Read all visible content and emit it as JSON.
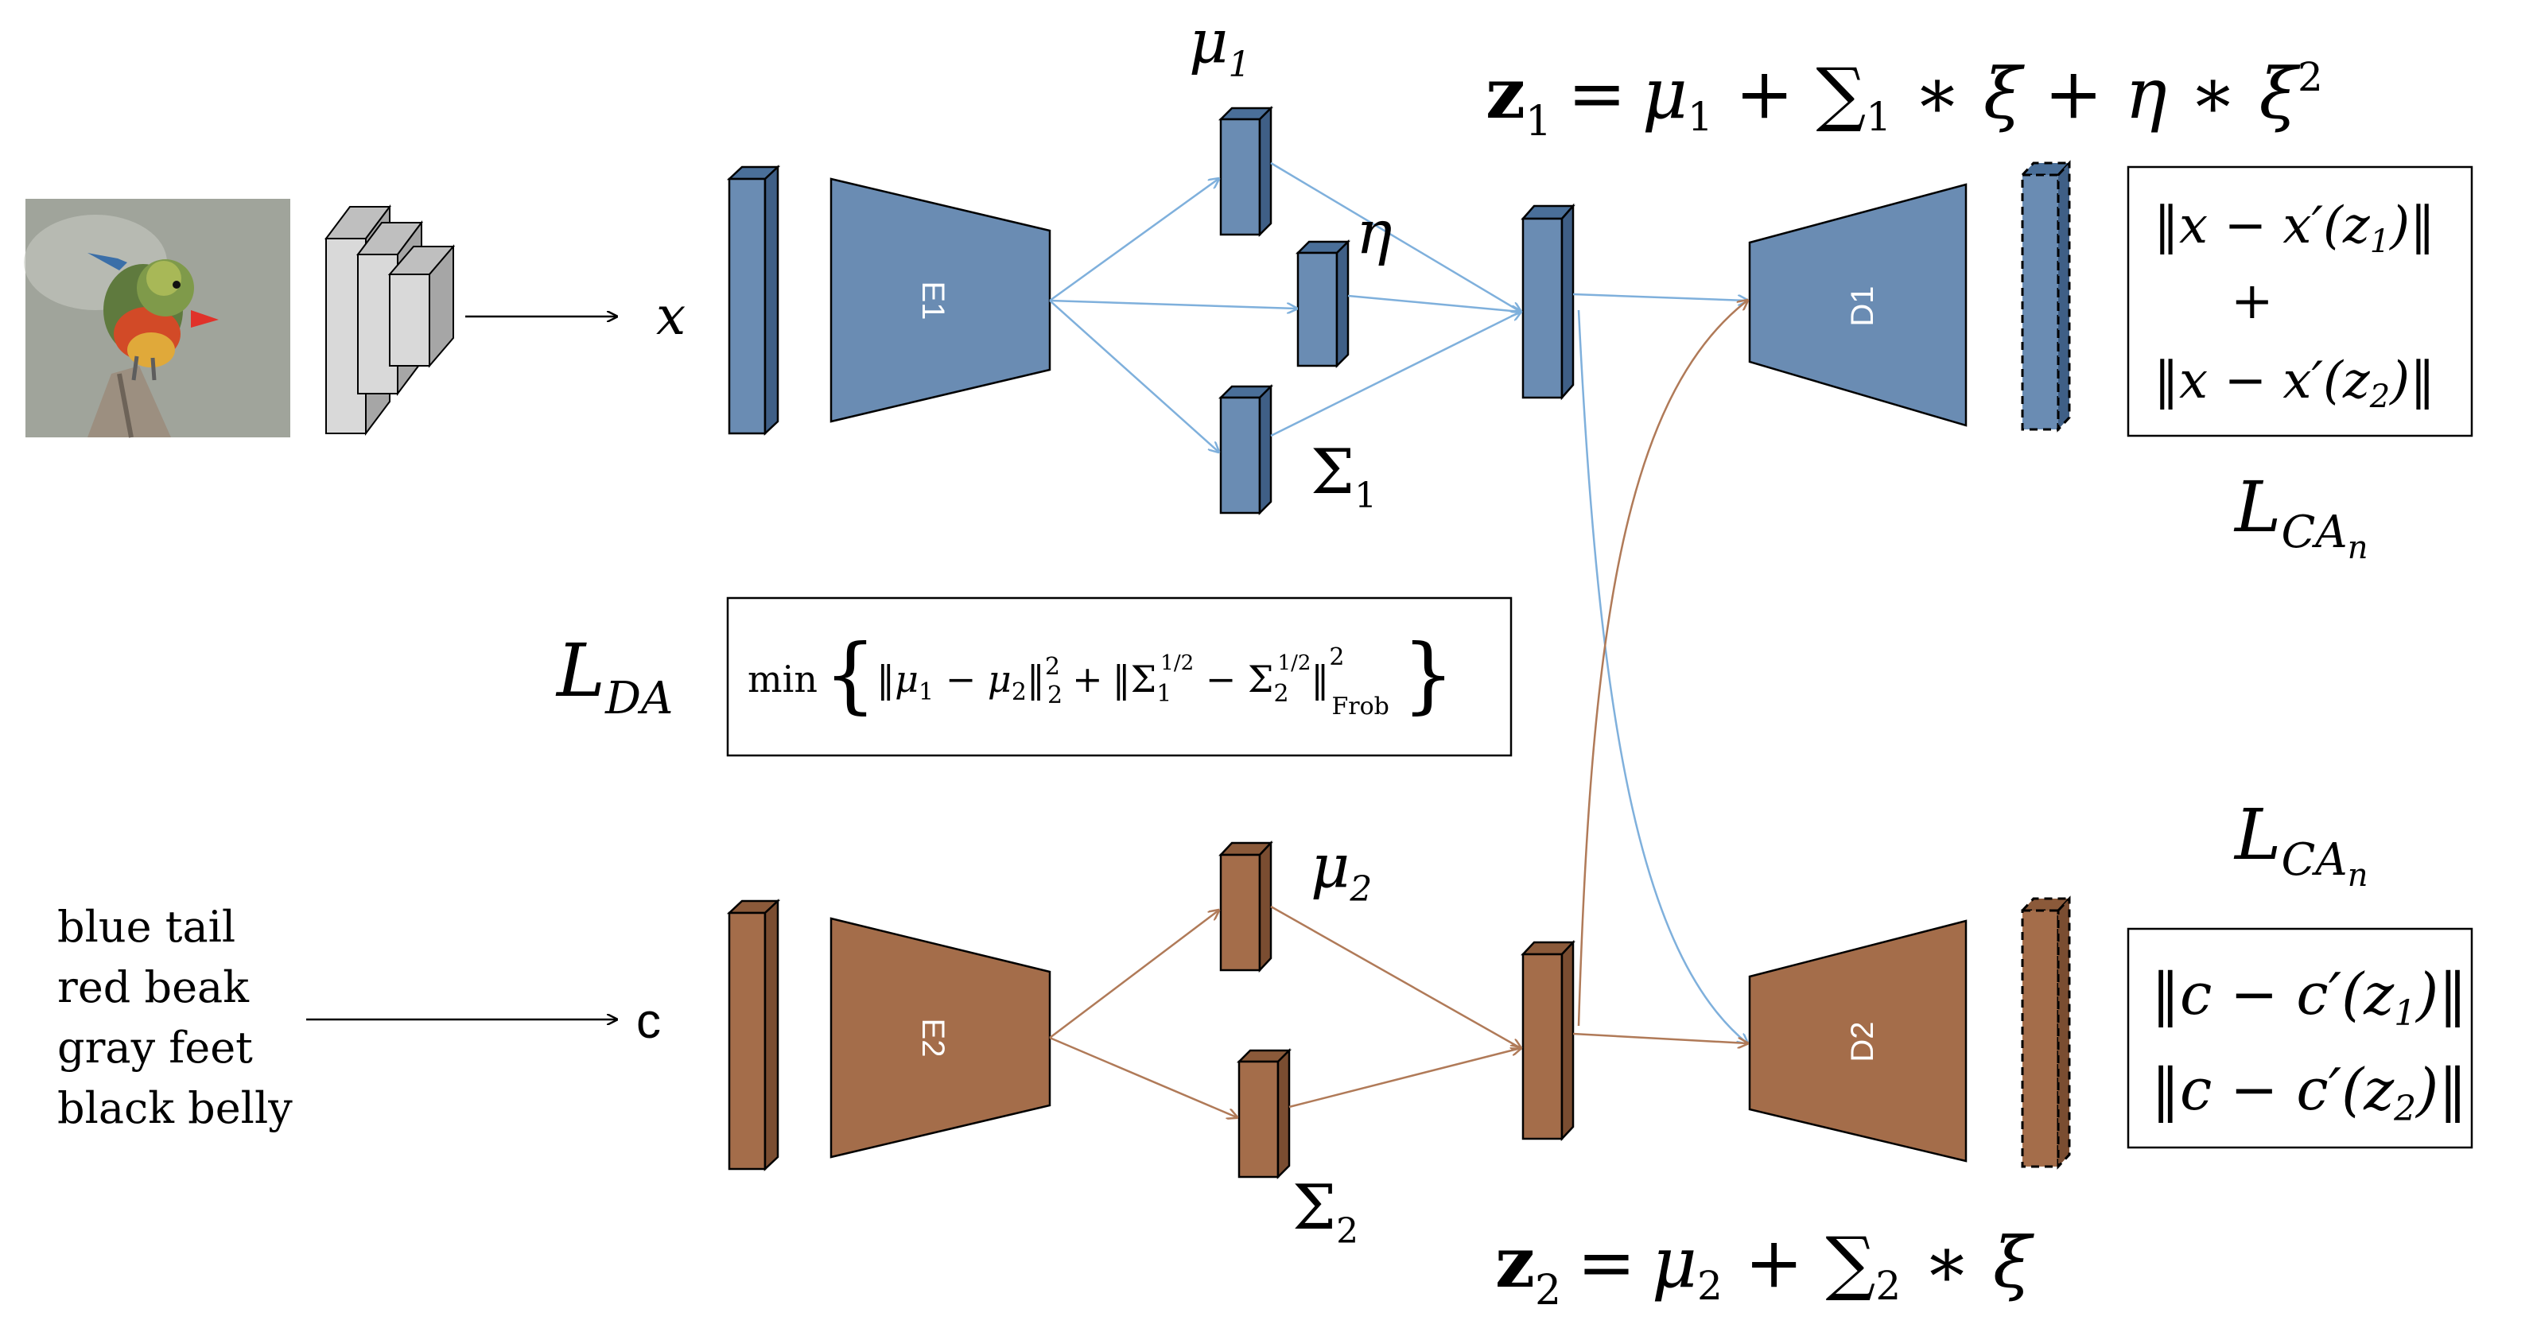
{
  "colors": {
    "blue": "#6a8cb3",
    "blue_dark": "#2f4f72",
    "blue_line": "#7fb0dc",
    "brown": "#a46d4a",
    "brown_dark": "#5c3a22",
    "brown_line": "#b07a58",
    "gray_layer": "#d9d9d9",
    "gray_layer_side": "#a6a6a6"
  },
  "image": {
    "icon": "bird-photo"
  },
  "input_x": "x",
  "input_c": "c",
  "attributes": [
    "blue tail",
    "red beak",
    "gray feet",
    "black belly"
  ],
  "encoders": {
    "e1": "E1",
    "e2": "E2"
  },
  "decoders": {
    "d1": "D1",
    "d2": "D2"
  },
  "latent1": {
    "mu_base": "μ",
    "mu_sub": "1",
    "sigma_base": "Σ",
    "sigma_sub": "1",
    "eta": "η"
  },
  "latent2": {
    "mu_base": "μ",
    "mu_sub": "2",
    "sigma_base": "Σ",
    "sigma_sub": "2"
  },
  "formula_z1": {
    "z": "z",
    "z_sub": "1",
    "eq": "=",
    "rhs_a": "μ",
    "rhs_a_sub": "1",
    "rhs_b": " + ∑",
    "rhs_b_sub": "1",
    "rhs_c": " ∗ ξ + η ∗ ξ",
    "rhs_c_sup": "2"
  },
  "formula_z2": {
    "z": "z",
    "z_sub": "2",
    "eq": "=",
    "rhs_a": "μ",
    "rhs_a_sub": "2",
    "rhs_b": " + ∑",
    "rhs_b_sub": "2",
    "rhs_c": " ∗ ξ"
  },
  "loss_da": {
    "base": "L",
    "sub": "DA"
  },
  "loss_da_box": {
    "min": "min",
    "term1": "‖μ",
    "term1_sub": "1",
    "term1_mid": " − μ",
    "term1_sub2": "2",
    "term1_end": "‖",
    "term1_sup": "2",
    "term1_sub3": "2",
    "plus": "+",
    "term2_open": "‖Σ",
    "term2_sub": "1",
    "half": "1/2",
    "term2_mid": " − Σ",
    "term2_sub2": "2",
    "term2_close": "‖",
    "term2_sup": "2",
    "frob": "Frob"
  },
  "loss_ca_top": {
    "base": "L",
    "sub": "CA",
    "subsub": "n"
  },
  "loss_ca_bottom": {
    "base": "L",
    "sub": "CA",
    "subsub": "n"
  },
  "recon_x": {
    "line1": "‖x − x′(z",
    "line1_sub": "1",
    "line1_end": ")‖",
    "plus": "+",
    "line2": "‖x − x′(z",
    "line2_sub": "2",
    "line2_end": ")‖"
  },
  "recon_c": {
    "line1": "‖c − c′(z",
    "line1_sub": "1",
    "line1_end": ")‖",
    "line2": "‖c − c′(z",
    "line2_sub": "2",
    "line2_end": ")‖"
  }
}
